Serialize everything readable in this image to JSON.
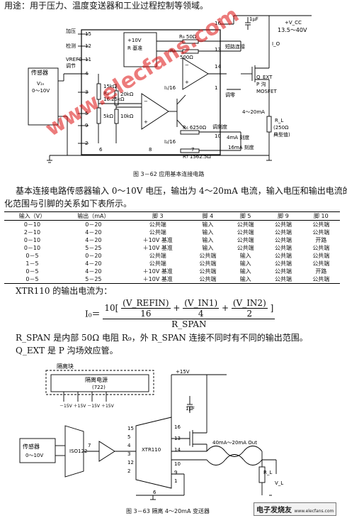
{
  "intro": "用途：用于压力、温度变送器和工业过程控制等领域。",
  "fig1": {
    "caption": "图 3－62   应用基本连接电路",
    "pins": {
      "p15": "15",
      "p12": "12",
      "p11": "11",
      "p4": "4",
      "p3": "3",
      "p5": "5",
      "p9": "9",
      "p2": "2",
      "p6": "6",
      "p8": "8",
      "p7": "7",
      "p10": "10",
      "p16": "16",
      "p13": "13",
      "p14": "14",
      "p1": "1"
    },
    "labels": {
      "jiaya": "加压",
      "jiance": "检测",
      "vrefo": "VREF0",
      "tiaojie": "调节",
      "sensor": "传感器",
      "vin": "V₁ₙ",
      "range": "0～10V",
      "ref10": "+10V",
      "refbase": "R 基准",
      "r9": "R₉ 50Ω",
      "r8": "R₈",
      "ohm500": "500Ω",
      "shortconn": "短路连接",
      "r5": "R₅",
      "r5v": "15kΩ",
      "r3": "R₃",
      "r3v": "16.25kΩ",
      "r2": "R₂",
      "r2v": "20kΩ",
      "r4": "R₄",
      "r4v": "5kΩ",
      "r1": "R₁",
      "r1v": "10kΩ",
      "i1": "I₁/16",
      "i2": "I₂/16",
      "r6": "R₆ 6250Ω",
      "r7": "R₇ 1562.5Ω",
      "tiaoling": "调零",
      "tiaokedu": "调刻度",
      "ma4": "4mA 刻度",
      "ma16": "16mA 刻度",
      "c1": "1μF",
      "vcc": "+V_CC",
      "vccrange": "13.5～40V",
      "io": "I_O",
      "qext": "Q_EXT",
      "pch": "P 沟",
      "mosfet": "MOSFET",
      "current": "4～20mA",
      "rl": "R_L",
      "rlval": "(250Ω",
      "typ": "典型值)"
    }
  },
  "para1": [
    "基本连接电路传感器输入 0～10V 电压，输出为 4～20mA 电流，输入电压和输出电流的变",
    "化范围与引脚的关系如下表所示。"
  ],
  "table": {
    "headers": [
      "输入（V）",
      "输出（mA）",
      "脚 3",
      "脚 4",
      "脚 5",
      "脚 9",
      "脚 10"
    ],
    "rows": [
      [
        "0－10",
        "0－20",
        "公共端",
        "输入",
        "公共端",
        "公共端",
        "公共端"
      ],
      [
        "2－10",
        "4－20",
        "公共端",
        "输入",
        "公共端",
        "公共端",
        "公共端"
      ],
      [
        "0－10",
        "4－20",
        "＋10V 基准",
        "输入",
        "公共端",
        "公共端",
        "开路"
      ],
      [
        "0－10",
        "5－25",
        "＋10V 基准",
        "输入",
        "公共端",
        "公共端",
        "公共端"
      ],
      [
        "0－5",
        "0－20",
        "公共端",
        "公共端",
        "输入",
        "公共端",
        "公共端"
      ],
      [
        "1－5",
        "4－20",
        "公共端",
        "公共端",
        "输入",
        "公共端",
        "公共端"
      ],
      [
        "0－5",
        "4－20",
        "＋10V 基准",
        "公共端",
        "输入",
        "公共端",
        "开路"
      ],
      [
        "0－5",
        "5－25",
        "＋10V 基准",
        "公共端",
        "输入",
        "公共端",
        "公共端"
      ]
    ]
  },
  "formula": {
    "intro": "XTR110 的输出电流为：",
    "lhs": "I₀＝",
    "coef": "10",
    "t1num": "(V_REFIN)",
    "t1den": "16",
    "t2num": "(V_IN1)",
    "t2den": "4",
    "t3num": "(V_IN2)",
    "t3den": "2",
    "den": "R_SPAN"
  },
  "note1": "R_SPAN 是内部 50Ω 电阻 R₉，外 R_SPAN 连接不同时有不同的输出范围。",
  "note2": "Q_EXT 是 P 沟场效应管。",
  "fig2": {
    "caption": "图 3－63   隔离 4～20mA 变送器",
    "iso_title": "隔离块",
    "iso_name": "隔离电源",
    "iso_model": "(722)",
    "supplies": "－15V ＋15V  －15V ＋15V",
    "sensor": "传感器",
    "range": "0～10V",
    "iso122": "ISO122",
    "xtr": "XTR110",
    "v15": "+15V",
    "c1": "1μF",
    "out": "40mA～20mA Out",
    "rl": "R_L",
    "vl": "V_L",
    "pins": {
      "p7": "7",
      "p15": "15",
      "p5": "5",
      "p4": "4",
      "p3": "3",
      "p12": "12",
      "p2": "2",
      "p13": "13",
      "p14": "14",
      "p10": "10",
      "p16": "16",
      "p9": "9",
      "p1": "1",
      "p6": "6"
    }
  },
  "footer_logo": "电子发烧友",
  "footer_url": "www.elecfans.com",
  "watermark": "www.elecfans.com"
}
